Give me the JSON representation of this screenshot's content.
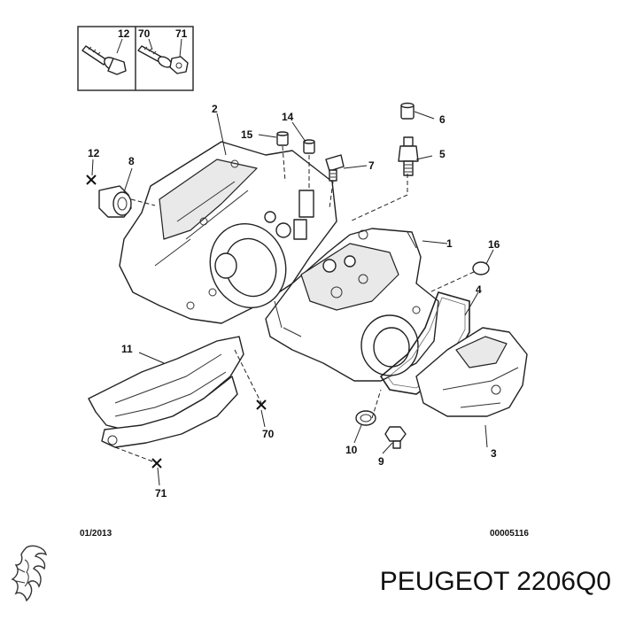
{
  "diagram": {
    "inset_labels": {
      "left": "12",
      "mid": "70",
      "right": "71"
    },
    "callouts": {
      "c1": "1",
      "c2": "2",
      "c3": "3",
      "c4": "4",
      "c5": "5",
      "c6": "6",
      "c7": "7",
      "c8": "8",
      "c9": "9",
      "c10": "10",
      "c11": "11",
      "c12": "12",
      "c14": "14",
      "c15": "15",
      "c16": "16",
      "c70": "70",
      "c71": "71"
    },
    "footer_date": "01/2013",
    "footer_ref": "00005116"
  },
  "caption": {
    "brand": "PEUGEOT",
    "part_number": "2206Q0",
    "text": "PEUGEOT 2206Q0"
  },
  "logo": {
    "icon": "peugeot-lion-logo-icon"
  }
}
